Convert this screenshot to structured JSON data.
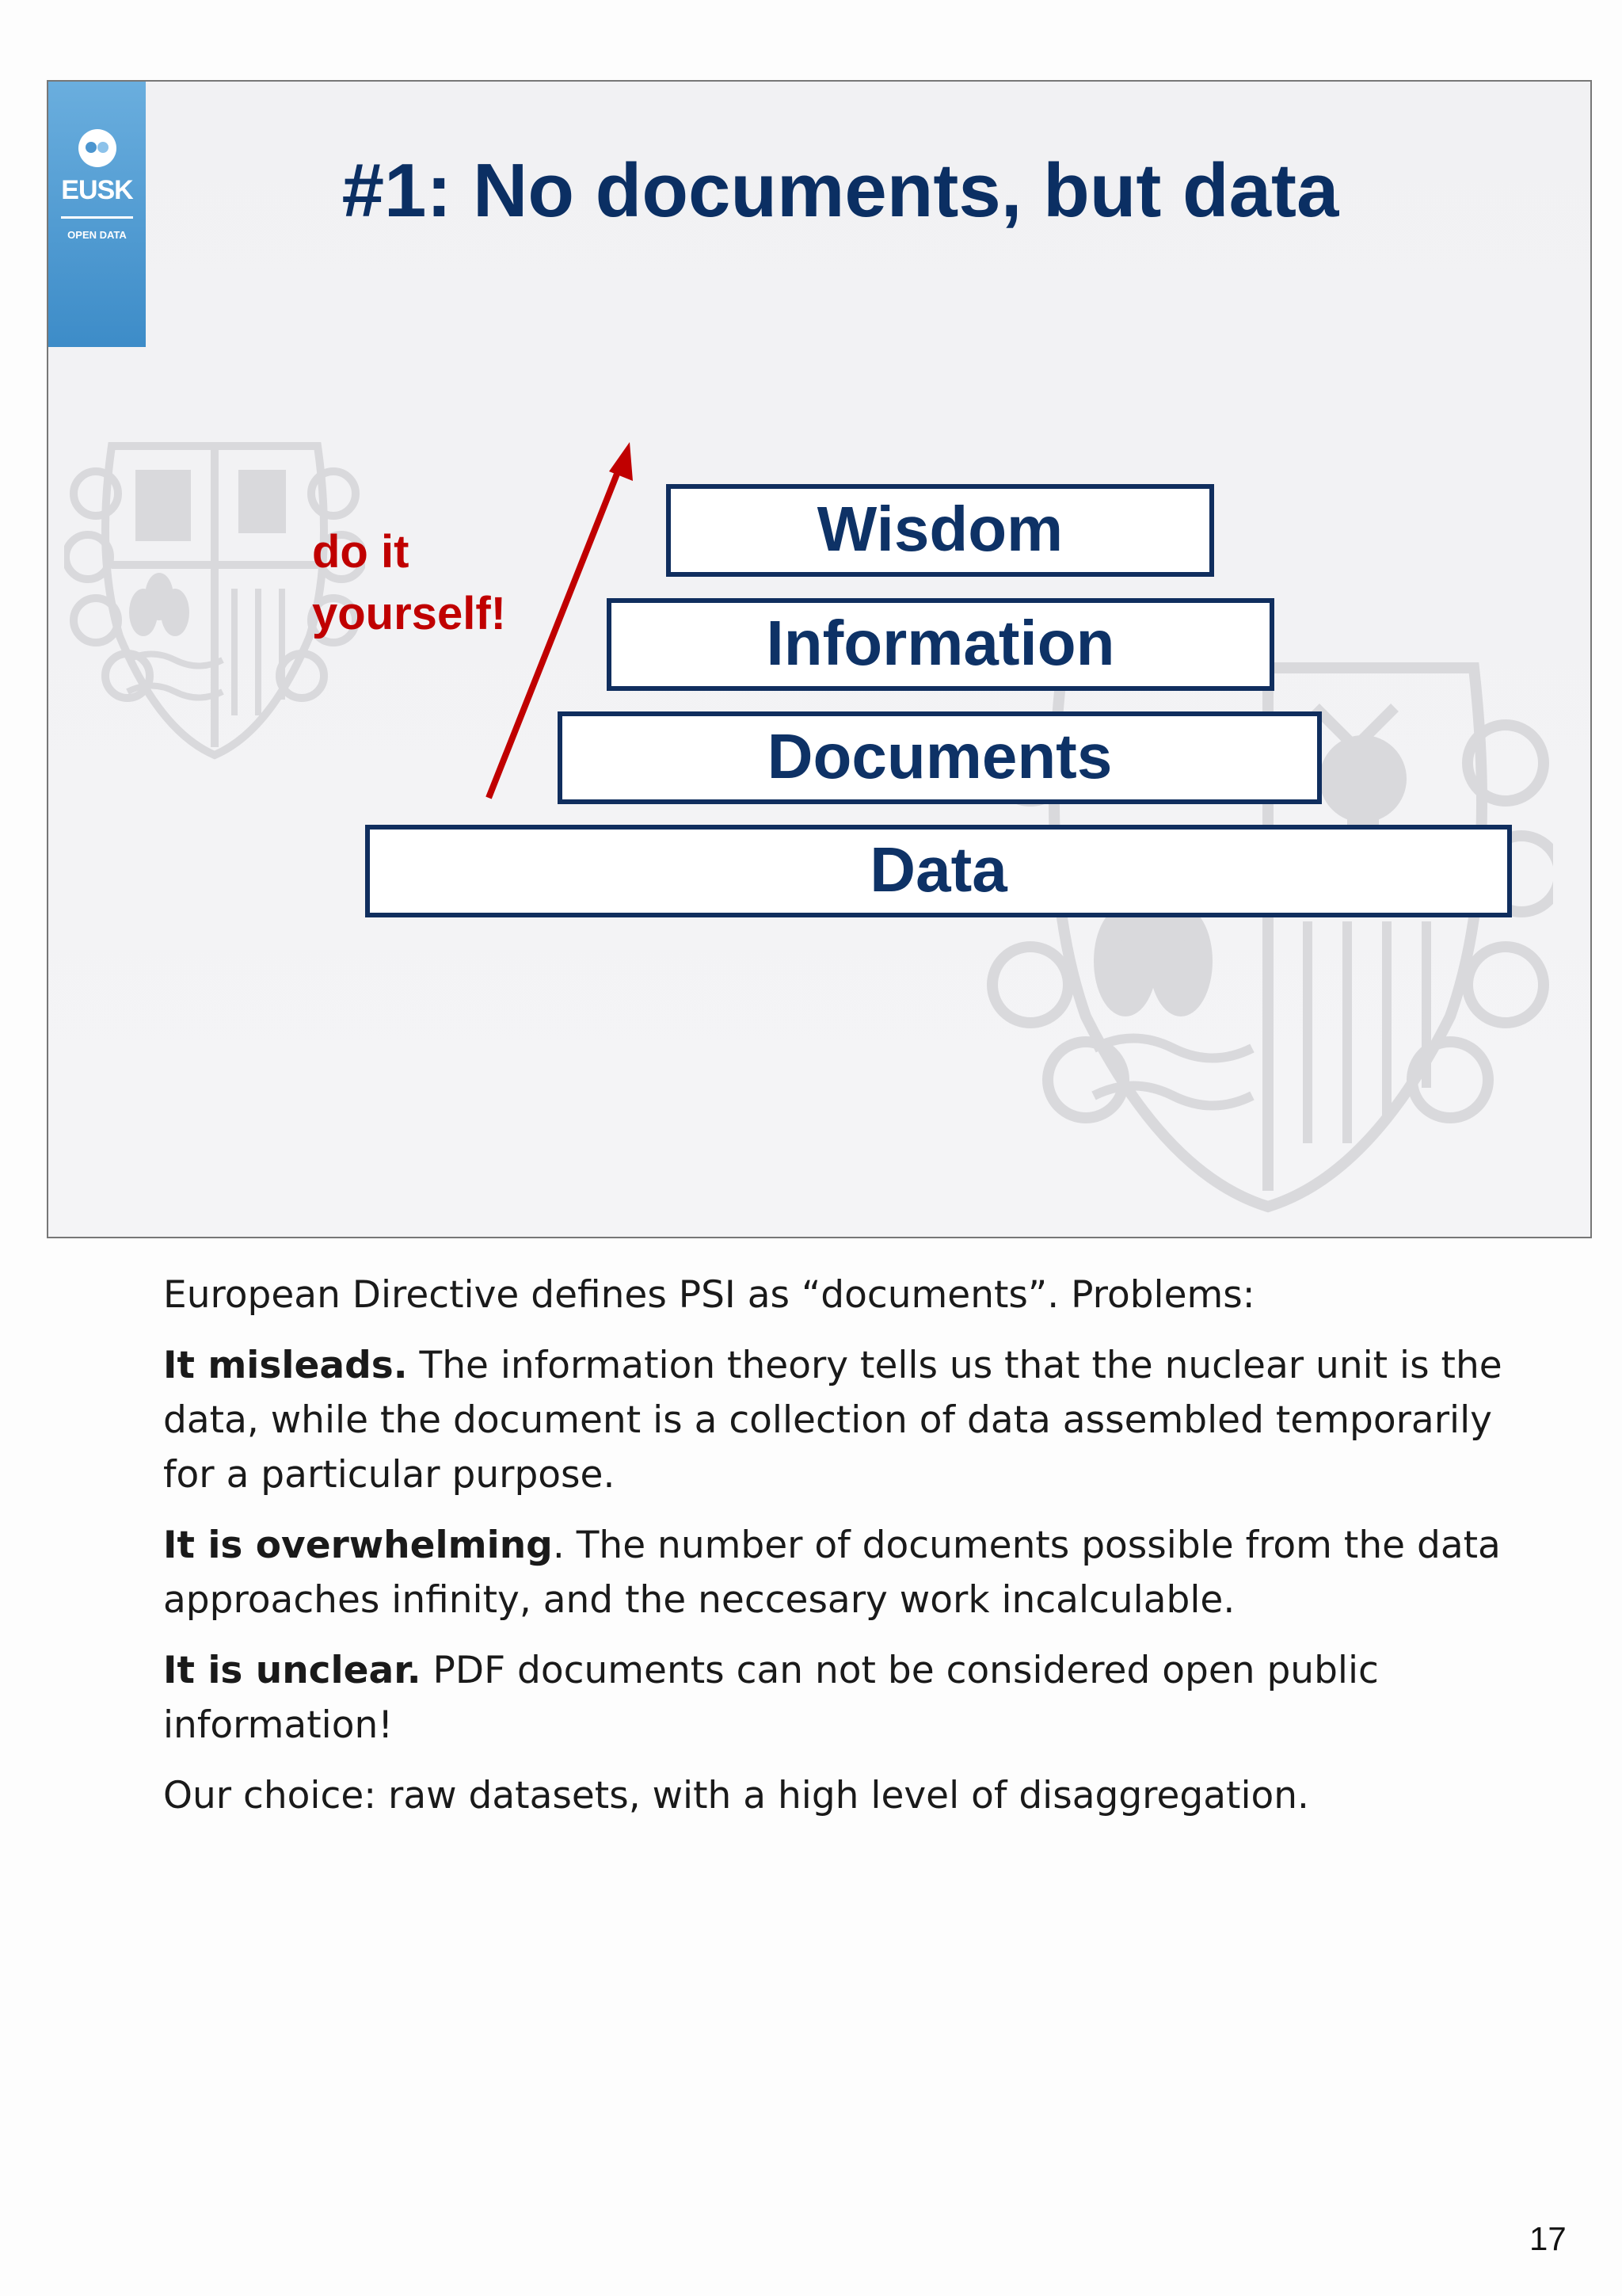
{
  "slide": {
    "title": "#1: No documents, but data",
    "logo": {
      "name": "EUSK",
      "subtitle": "OPEN DATA"
    },
    "side_label_line1": "do it",
    "side_label_line2": "yourself!",
    "pyramid": [
      "Wisdom",
      "Information",
      "Documents",
      "Data"
    ]
  },
  "notes": {
    "intro": "European Directive defines PSI as “documents”. Problems:",
    "p1_bold": "It misleads.",
    "p1_text": " The information theory tells us that the nuclear unit is the data, while the document is a collection of data assembled temporarily for a particular purpose.",
    "p2_bold": "It is overwhelming",
    "p2_text": ". The number of documents possible from the data approaches infinity, and the neccesary work incalculable.",
    "p3_bold": "It is unclear.",
    "p3_text": " PDF documents can not be considered open public information!",
    "conclusion": "Our choice: raw datasets, with a high level of disaggregation."
  },
  "page_number": "17"
}
